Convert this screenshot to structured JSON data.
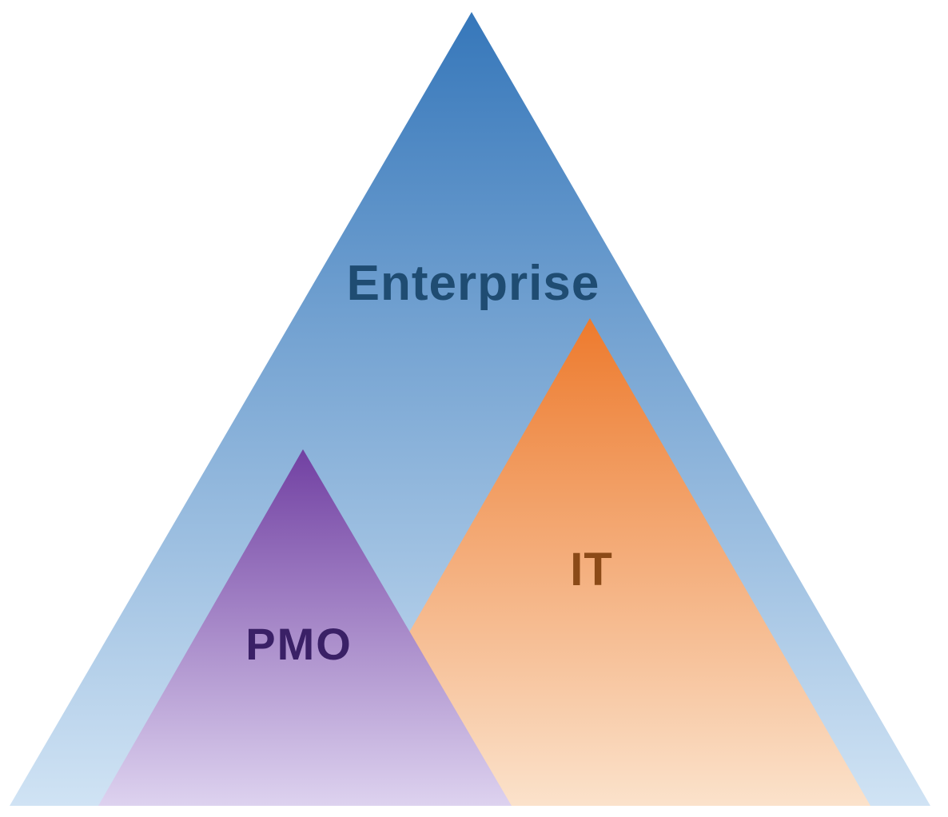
{
  "diagram": {
    "type": "nested-pyramid-diagram",
    "background_color": "#ffffff",
    "triangles": [
      {
        "label": "Enterprise",
        "label_color": "#1f4c72",
        "gradient_top": "#3677ba",
        "gradient_bottom": "#d0e3f4"
      },
      {
        "label": "IT",
        "label_color": "#8b4a17",
        "gradient_top": "#ed7a2d",
        "gradient_bottom": "#fbe2cb"
      },
      {
        "label": "PMO",
        "label_color": "#3a2066",
        "gradient_top": "#7140a2",
        "gradient_bottom": "#ddd2ef"
      }
    ]
  }
}
